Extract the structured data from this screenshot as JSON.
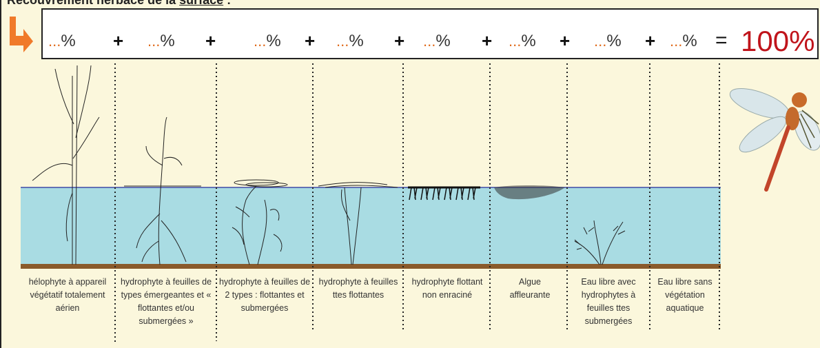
{
  "header": {
    "title_prefix": "Recouvrement herbacé de la",
    "title_underlined": "surface",
    "title_suffix": " :"
  },
  "formula": {
    "dots": "...",
    "percent": "%",
    "plus": "+",
    "equals": "=",
    "total": "100%"
  },
  "columns": [
    {
      "label": "hélophyte à appareil végétatif totalement aérien"
    },
    {
      "label": "hydrophyte à feuilles de types émergeantes et « flottantes et/ou submergées »"
    },
    {
      "label": "hydrophyte à feuilles de 2 types : flottantes et submergées"
    },
    {
      "label": "hydrophyte à feuilles ttes flottantes"
    },
    {
      "label": "hydrophyte flottant non enraciné"
    },
    {
      "label": "Algue affleurante"
    },
    {
      "label": "Eau libre avec hydrophytes à feuilles ttes submergées"
    },
    {
      "label": "Eau libre sans végétation aquatique"
    }
  ],
  "colors": {
    "water": "#a9dce3",
    "ground": "#8a5a2b",
    "accent_dots": "#e06a1a",
    "total_red": "#c0141b",
    "background": "#fbf7dc"
  }
}
